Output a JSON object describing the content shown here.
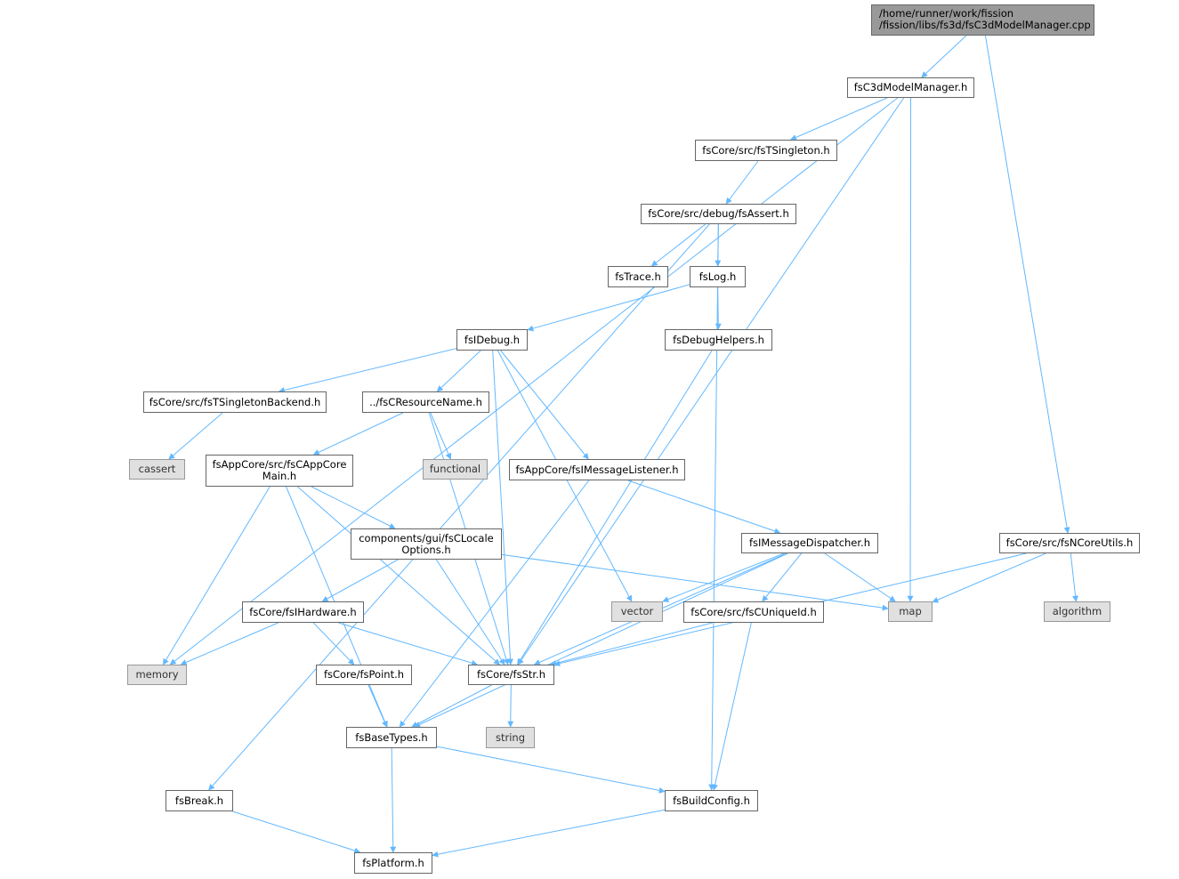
{
  "root_file": "/home/runner/work/fission\n/fission/libs/fs3d/fsC3dModelManager.cpp",
  "headers": {
    "fsC3dModelManager": "fsC3dModelManager.h",
    "fsTSingleton": "fsCore/src/fsTSingleton.h",
    "fsAssert": "fsCore/src/debug/fsAssert.h",
    "fsTrace": "fsTrace.h",
    "fsLog": "fsLog.h",
    "fsIDebug": "fsIDebug.h",
    "fsDebugHelpers": "fsDebugHelpers.h",
    "fsTSingletonBackend": "fsCore/src/fsTSingletonBackend.h",
    "fsCResourceName": "../fsCResourceName.h",
    "fsCAppCoreMain": "fsAppCore/src/fsCAppCore\nMain.h",
    "fsIMessageListener": "fsAppCore/fsIMessageListener.h",
    "fsCLocaleOptions": "components/gui/fsCLocale\nOptions.h",
    "fsIMessageDispatcher": "fsIMessageDispatcher.h",
    "fsNCoreUtils": "fsCore/src/fsNCoreUtils.h",
    "fsIHardware": "fsCore/fsIHardware.h",
    "fsCUniqueId": "fsCore/src/fsCUniqueId.h",
    "fsPoint": "fsCore/fsPoint.h",
    "fsStr": "fsCore/fsStr.h",
    "fsBaseTypes": "fsBaseTypes.h",
    "fsBreak": "fsBreak.h",
    "fsBuildConfig": "fsBuildConfig.h",
    "fsPlatform": "fsPlatform.h"
  },
  "system_headers": {
    "memory": "memory",
    "map": "map",
    "cassert": "cassert",
    "functional": "functional",
    "vector": "vector",
    "algorithm": "algorithm",
    "string": "string"
  },
  "includes": [
    [
      "root",
      "fsC3dModelManager"
    ],
    [
      "root",
      "fsNCoreUtils"
    ],
    [
      "fsC3dModelManager",
      "memory"
    ],
    [
      "fsC3dModelManager",
      "fsTSingleton"
    ],
    [
      "fsC3dModelManager",
      "map"
    ],
    [
      "fsC3dModelManager",
      "fsStr"
    ],
    [
      "fsTSingleton",
      "fsAssert"
    ],
    [
      "fsAssert",
      "fsBreak"
    ],
    [
      "fsAssert",
      "fsTrace"
    ],
    [
      "fsAssert",
      "fsLog"
    ],
    [
      "fsAssert",
      "fsBuildConfig"
    ],
    [
      "fsLog",
      "fsIDebug"
    ],
    [
      "fsLog",
      "fsDebugHelpers"
    ],
    [
      "fsDebugHelpers",
      "fsStr"
    ],
    [
      "fsIDebug",
      "fsTSingletonBackend"
    ],
    [
      "fsIDebug",
      "fsCResourceName"
    ],
    [
      "fsIDebug",
      "fsIMessageListener"
    ],
    [
      "fsIDebug",
      "vector"
    ],
    [
      "fsIDebug",
      "fsStr"
    ],
    [
      "fsTSingletonBackend",
      "cassert"
    ],
    [
      "fsCResourceName",
      "fsCAppCoreMain"
    ],
    [
      "fsCResourceName",
      "functional"
    ],
    [
      "fsCResourceName",
      "fsStr"
    ],
    [
      "fsCAppCoreMain",
      "fsCLocaleOptions"
    ],
    [
      "fsCAppCoreMain",
      "memory"
    ],
    [
      "fsCAppCoreMain",
      "fsStr"
    ],
    [
      "fsCAppCoreMain",
      "fsBaseTypes"
    ],
    [
      "fsIMessageListener",
      "fsIMessageDispatcher"
    ],
    [
      "fsIMessageListener",
      "fsBaseTypes"
    ],
    [
      "fsCLocaleOptions",
      "fsIHardware"
    ],
    [
      "fsCLocaleOptions",
      "fsStr"
    ],
    [
      "fsCLocaleOptions",
      "map"
    ],
    [
      "fsIMessageDispatcher",
      "vector"
    ],
    [
      "fsIMessageDispatcher",
      "fsCUniqueId"
    ],
    [
      "fsIMessageDispatcher",
      "map"
    ],
    [
      "fsIMessageDispatcher",
      "fsStr"
    ],
    [
      "fsIMessageDispatcher",
      "fsBaseTypes"
    ],
    [
      "fsNCoreUtils",
      "map"
    ],
    [
      "fsNCoreUtils",
      "algorithm"
    ],
    [
      "fsNCoreUtils",
      "fsStr"
    ],
    [
      "fsIHardware",
      "memory"
    ],
    [
      "fsIHardware",
      "fsPoint"
    ],
    [
      "fsIHardware",
      "fsStr"
    ],
    [
      "fsCUniqueId",
      "fsStr"
    ],
    [
      "fsCUniqueId",
      "fsBuildConfig"
    ],
    [
      "fsPoint",
      "fsBaseTypes"
    ],
    [
      "fsStr",
      "fsBaseTypes"
    ],
    [
      "fsStr",
      "string"
    ],
    [
      "fsBaseTypes",
      "fsPlatform"
    ],
    [
      "fsBaseTypes",
      "fsBuildConfig"
    ],
    [
      "fsBreak",
      "fsPlatform"
    ],
    [
      "fsBuildConfig",
      "fsPlatform"
    ]
  ],
  "colors": {
    "edge": "#63b8ff",
    "node_border": "#666666",
    "system_fill": "#e0e0e0",
    "root_fill": "#999999"
  }
}
